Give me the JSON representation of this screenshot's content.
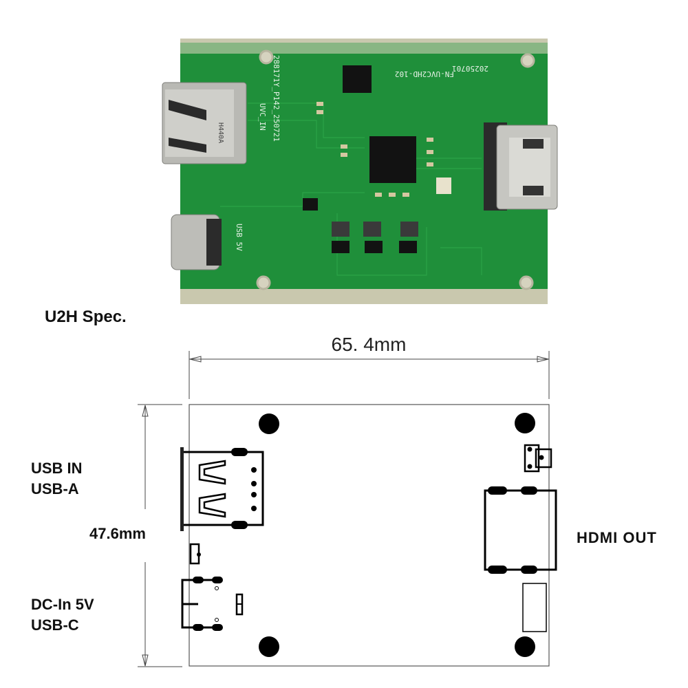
{
  "title": "U2H Spec.",
  "dimensions": {
    "width": "65. 4mm",
    "height": "47.6mm"
  },
  "ports": {
    "usb_in": [
      "USB IN",
      "USB-A"
    ],
    "dc_in": [
      "DC-In 5V",
      "USB-C"
    ],
    "hdmi_out": "HDMI OUT"
  },
  "photo": {
    "silkscreen": {
      "model": "FN-UVC2HD-102",
      "date": "20250701",
      "board_id": "288171Y_P142_250721",
      "uvc_in": "UVC_IN",
      "usb5v": "USB 5V",
      "usb_a_marking": "H440A"
    }
  },
  "colors": {
    "pcb_green": "#1f8f3a",
    "ink": "#111111"
  }
}
